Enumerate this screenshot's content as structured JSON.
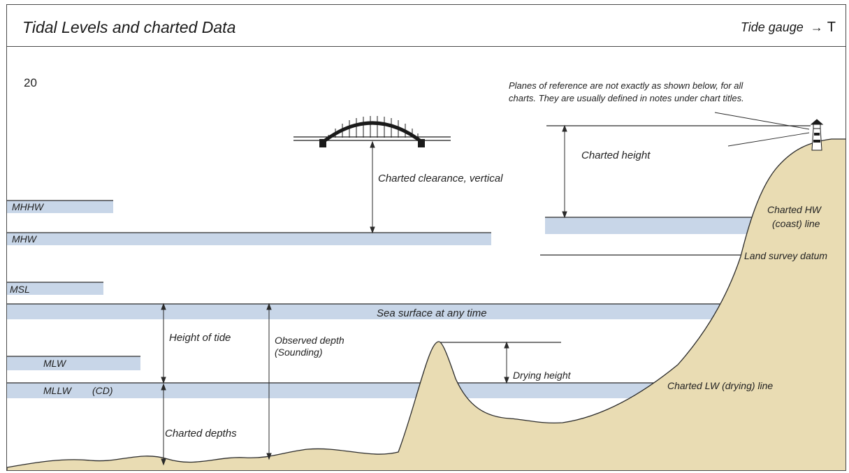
{
  "header": {
    "title": "Tidal Levels and charted Data",
    "gauge_label": "Tide gauge",
    "gauge_arrow": "→",
    "gauge_symbol": "T"
  },
  "page_number": "20",
  "note": {
    "line1": "Planes of reference are not exactly as shown below, for all",
    "line2": "charts. They are usually defined in notes under chart titles."
  },
  "levels": {
    "mhhw": "MHHW",
    "mhw": "MHW",
    "msl": "MSL",
    "mlw": "MLW",
    "mllw": "MLLW",
    "cd": "(CD)"
  },
  "labels": {
    "charted_clearance": "Charted clearance, vertical",
    "charted_height": "Charted height",
    "charted_hw_1": "Charted HW",
    "charted_hw_2": "(coast) line",
    "land_survey_datum": "Land survey datum",
    "sea_surface": "Sea surface at any time",
    "height_of_tide": "Height of tide",
    "observed_depth_1": "Observed depth",
    "observed_depth_2": "(Sounding)",
    "drying_height": "Drying height",
    "charted_lw": "Charted LW (drying) line",
    "charted_depths": "Charted depths"
  },
  "colors": {
    "water_band": "#c8d6e8",
    "land": "#e9dcb3",
    "line": "#2a2a2a",
    "text": "#222222"
  },
  "icons": {
    "bridge": "arch-bridge-icon",
    "lighthouse": "lighthouse-icon"
  }
}
